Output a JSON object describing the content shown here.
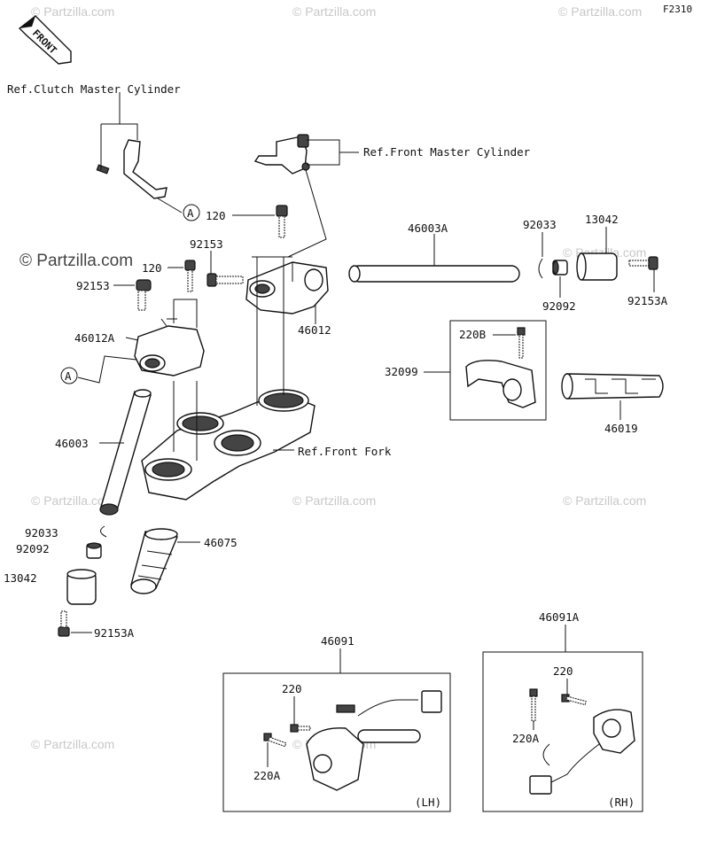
{
  "figure_code": "F2310",
  "front_marker": "FRONT",
  "watermark": "© Partzilla.com",
  "watermark_main": "© Partzilla.com",
  "callout_letter": "A",
  "labels": {
    "ref_clutch": "Ref.Clutch Master Cylinder",
    "ref_front_master": "Ref.Front Master Cylinder",
    "ref_front_fork": "Ref.Front Fork",
    "p120_top": "120",
    "p92153_a": "92153",
    "p120_mid": "120",
    "p92153_b": "92153",
    "p46012A": "46012A",
    "p46012": "46012",
    "p46003A": "46003A",
    "p92033_r": "92033",
    "p13042_r": "13042",
    "p92092_r": "92092",
    "p92153A_r": "92153A",
    "p220B": "220B",
    "p32099": "32099",
    "p46019": "46019",
    "p46003": "46003",
    "p92033_l": "92033",
    "p92092_l": "92092",
    "p46075": "46075",
    "p13042_l": "13042",
    "p92153A_l": "92153A",
    "p46091": "46091",
    "p46091A": "46091A",
    "p220_l": "220",
    "p220A_l": "220A",
    "p220_r": "220",
    "p220A_r": "220A",
    "lh": "(LH)",
    "rh": "(RH)"
  }
}
